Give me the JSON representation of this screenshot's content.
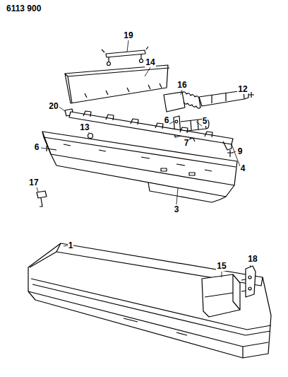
{
  "diagram": {
    "labels": [
      "6113 900",
      "19",
      "14",
      "16",
      "12",
      "20",
      "6",
      "5",
      "13",
      "7",
      "9",
      "4",
      "6",
      "17",
      "3",
      "1",
      "15",
      "18"
    ]
  }
}
